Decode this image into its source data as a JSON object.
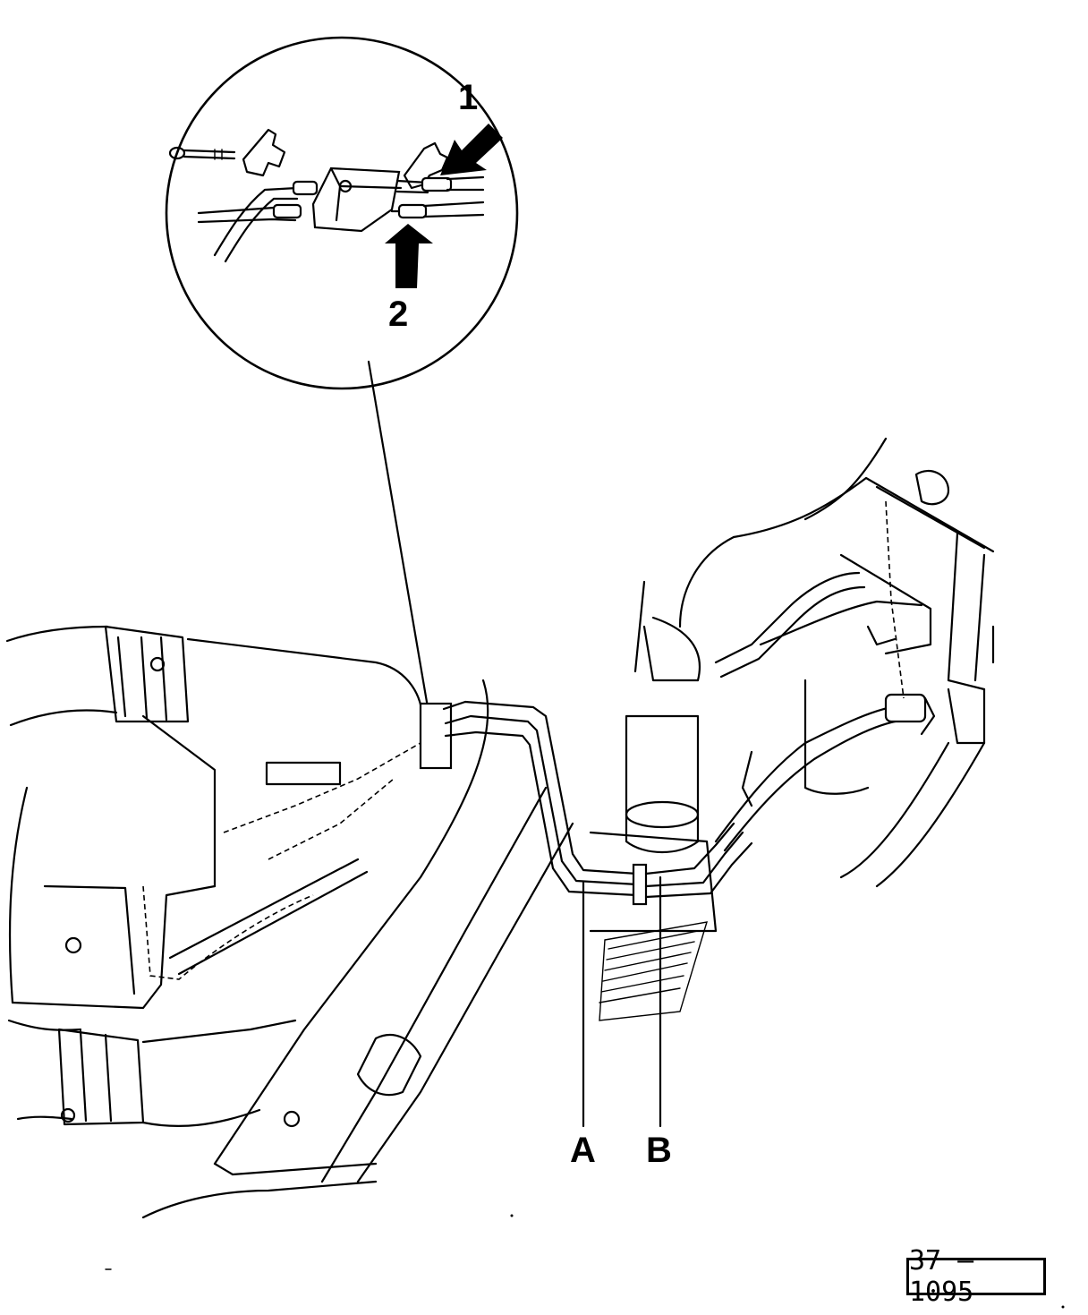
{
  "callouts": {
    "arrow_1": "1",
    "arrow_2": "2",
    "line_a": "A",
    "line_b": "B"
  },
  "figure_number": "37 – 1095",
  "colors": {
    "ink": "#000000",
    "paper": "#ffffff"
  }
}
